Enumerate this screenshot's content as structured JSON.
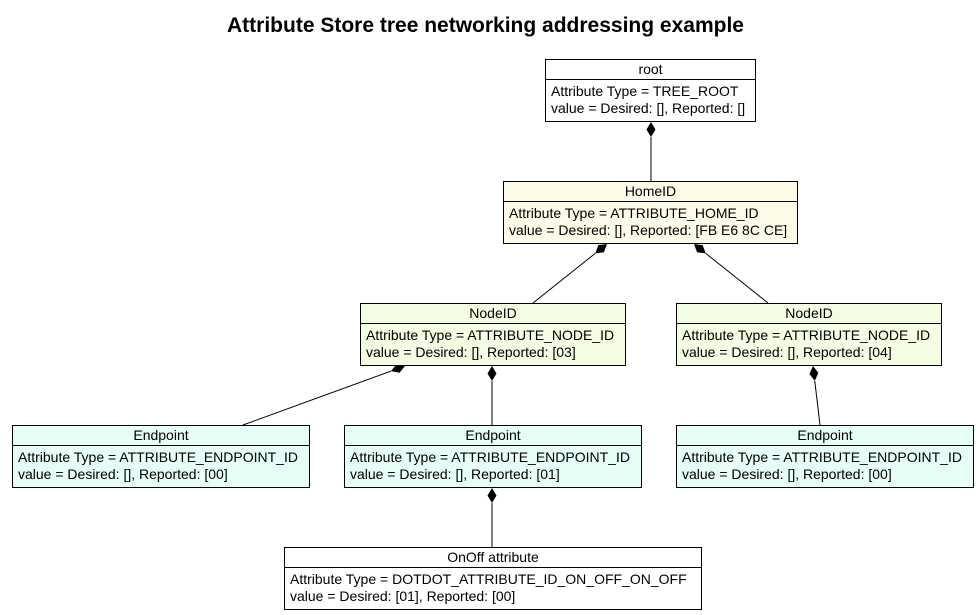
{
  "title": "Attribute Store tree networking addressing example",
  "colors": {
    "root": "#ffffff",
    "home": "#fefbe8",
    "node": "#f2fde4",
    "endpoint": "#e6fef4",
    "attribute": "#ffffff",
    "edge": "#000000"
  },
  "nodes": {
    "root": {
      "name": "root",
      "type": "Attribute Type = TREE_ROOT",
      "value": "value = Desired: [], Reported: []"
    },
    "home": {
      "name": "HomeID",
      "type": "Attribute Type = ATTRIBUTE_HOME_ID",
      "value": "value = Desired: [], Reported: [FB E6 8C CE]"
    },
    "node1": {
      "name": "NodeID",
      "type": "Attribute Type = ATTRIBUTE_NODE_ID",
      "value": "value = Desired: [], Reported: [03]"
    },
    "node2": {
      "name": "NodeID",
      "type": "Attribute Type = ATTRIBUTE_NODE_ID",
      "value": "value = Desired: [], Reported: [04]"
    },
    "ep1": {
      "name": "Endpoint",
      "type": "Attribute Type = ATTRIBUTE_ENDPOINT_ID",
      "value": "value = Desired: [], Reported: [00]"
    },
    "ep2": {
      "name": "Endpoint",
      "type": "Attribute Type = ATTRIBUTE_ENDPOINT_ID",
      "value": "value = Desired: [], Reported: [01]"
    },
    "ep3": {
      "name": "Endpoint",
      "type": "Attribute Type = ATTRIBUTE_ENDPOINT_ID",
      "value": "value = Desired: [], Reported: [00]"
    },
    "onoff": {
      "name": "OnOff attribute",
      "type": "Attribute Type = DOTDOT_ATTRIBUTE_ID_ON_OFF_ON_OFF",
      "value": "value = Desired: [01], Reported: [00]"
    }
  },
  "edges": [
    {
      "parent": "root",
      "child": "home"
    },
    {
      "parent": "home",
      "child": "node1"
    },
    {
      "parent": "home",
      "child": "node2"
    },
    {
      "parent": "node1",
      "child": "ep1"
    },
    {
      "parent": "node1",
      "child": "ep2"
    },
    {
      "parent": "node2",
      "child": "ep3"
    },
    {
      "parent": "ep2",
      "child": "onoff"
    }
  ]
}
